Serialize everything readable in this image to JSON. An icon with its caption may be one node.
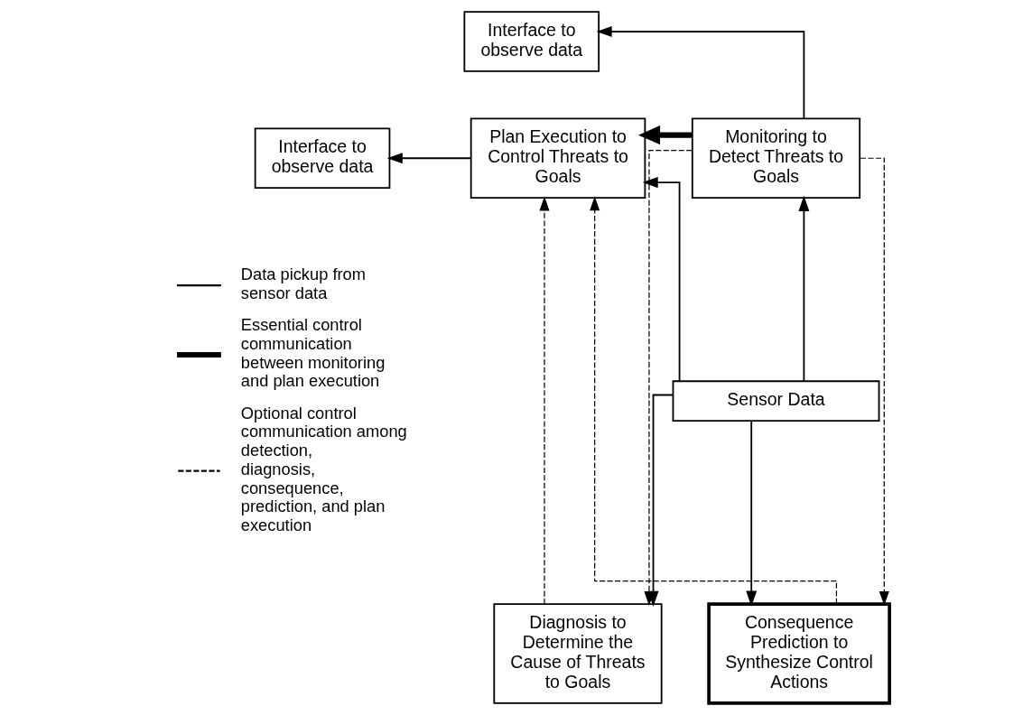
{
  "diagram": {
    "nodes": [
      {
        "text": [
          "Monitoring to Detect Threats to Goals"
        ]
      },
      {
        "text": [
          "Plan Execution to Control Threats to Goals"
        ]
      },
      {
        "text": [
          "Interface to observe data"
        ]
      },
      {
        "text": [
          "Interface to observe data"
        ]
      },
      {
        "text": [
          "Sensor Data"
        ]
      },
      {
        "text": [
          "Diagnosis to Determine the Cause of Threats to Goals"
        ]
      },
      {
        "text": [
          "Consequence Prediction to Synthesize Control Actions"
        ]
      }
    ],
    "edges": [
      {
        "from": 0,
        "to": 2,
        "arrow": "to"
      },
      {
        "from": 0,
        "to": 1,
        "arrow": "to",
        "style": "thick"
      },
      {
        "from": 1,
        "to": 3,
        "arrow": "to"
      },
      {
        "from": 4,
        "to": 0,
        "arrow": "to"
      },
      {
        "from": 4,
        "to": 1,
        "arrow": "to"
      },
      {
        "from": 4,
        "to": 5,
        "arrow": "to"
      },
      {
        "from": 4,
        "to": 6,
        "arrow": "to"
      },
      {
        "from": 0,
        "to": 5,
        "arrow": "to",
        "style": "dashed"
      },
      {
        "from": 0,
        "to": 6,
        "arrow": "to",
        "style": "dashed"
      },
      {
        "from": 6,
        "to": 1,
        "arrow": "to",
        "style": "dashed"
      },
      {
        "from": 5,
        "to": 1,
        "arrow": "to",
        "style": "dashed"
      }
    ],
    "legend": [
      {
        "text": "Data pickup from sensor data"
      },
      {
        "text": "Essential control communication between monitoring and plan execution"
      },
      {
        "text": "Optional control communication among detection, diagnosis, consequence, prediction, and plan execution"
      }
    ]
  }
}
